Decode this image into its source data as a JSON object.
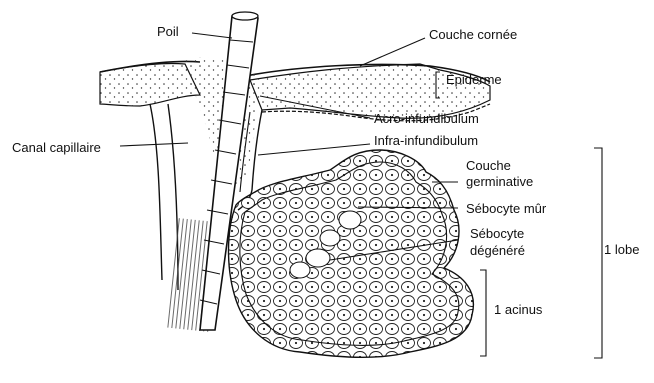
{
  "labels": {
    "poil": "Poil",
    "couche_cornee": "Couche cornée",
    "epiderme": "Épiderme",
    "acro_infundibulum": "Acro-infundibulum",
    "infra_infundibulum": "Infra-infundibulum",
    "canal_capillaire": "Canal capillaire",
    "couche_germinative_1": "Couche",
    "couche_germinative_2": "germinative",
    "sebocyte_mur": "Sébocyte mûr",
    "sebocyte_degenere_1": "Sébocyte",
    "sebocyte_degenere_2": "dégénéré",
    "lobe": "1 lobe",
    "acinus": "1 acinus"
  }
}
